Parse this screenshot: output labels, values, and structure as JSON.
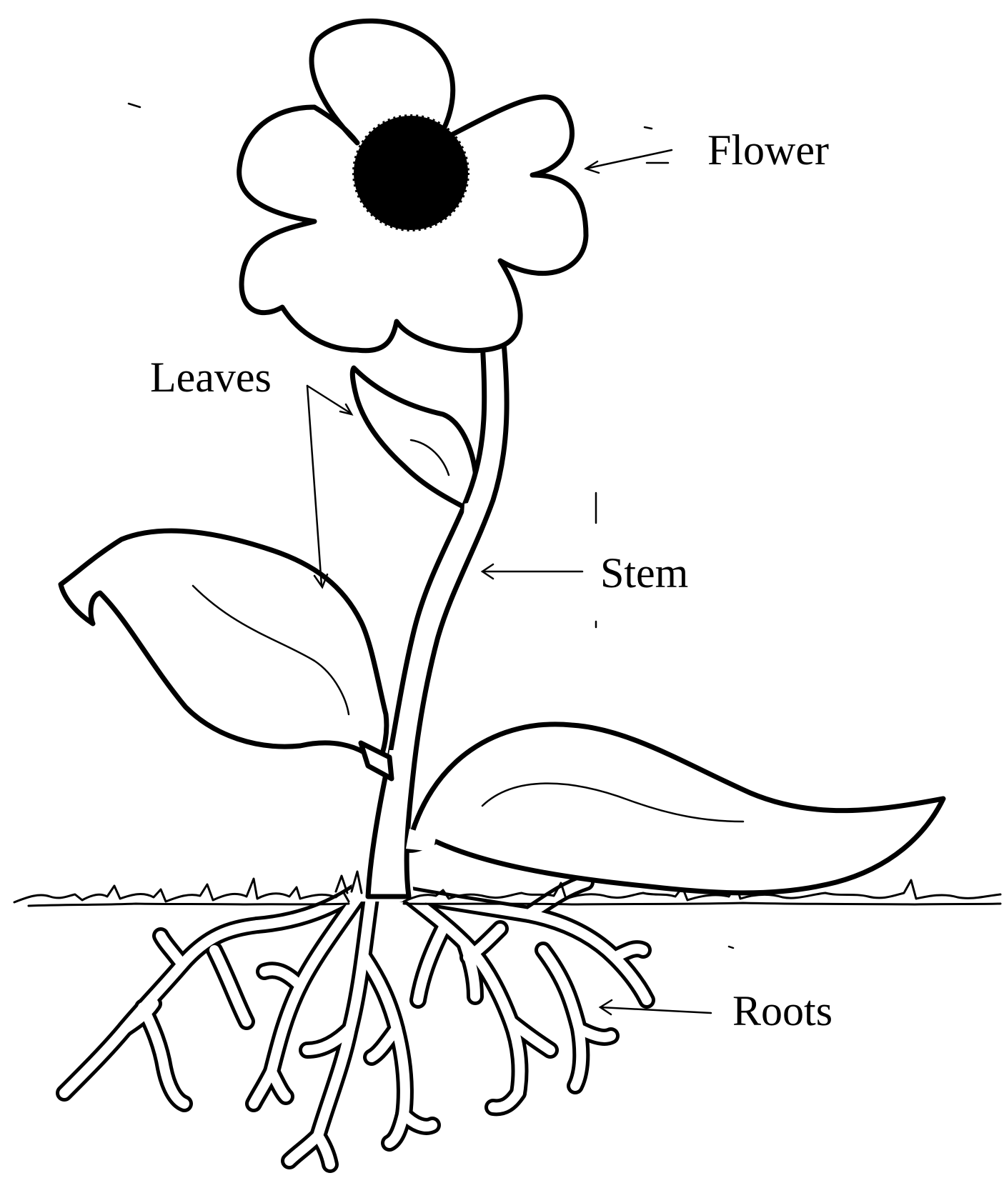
{
  "labels": {
    "flower": "Flower",
    "leaves": "Leaves",
    "stem": "Stem",
    "roots": "Roots"
  },
  "colors": {
    "ink": "#000000",
    "paper": "#ffffff"
  }
}
